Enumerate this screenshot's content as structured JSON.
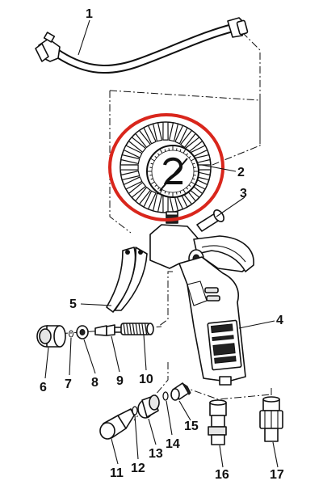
{
  "diagram": {
    "highlight_color": "#d9261c",
    "ink_color": "#111111",
    "part_labels": [
      "1",
      "2",
      "3",
      "4",
      "5",
      "6",
      "7",
      "8",
      "9",
      "10",
      "11",
      "12",
      "13",
      "14",
      "15",
      "16",
      "17"
    ]
  }
}
